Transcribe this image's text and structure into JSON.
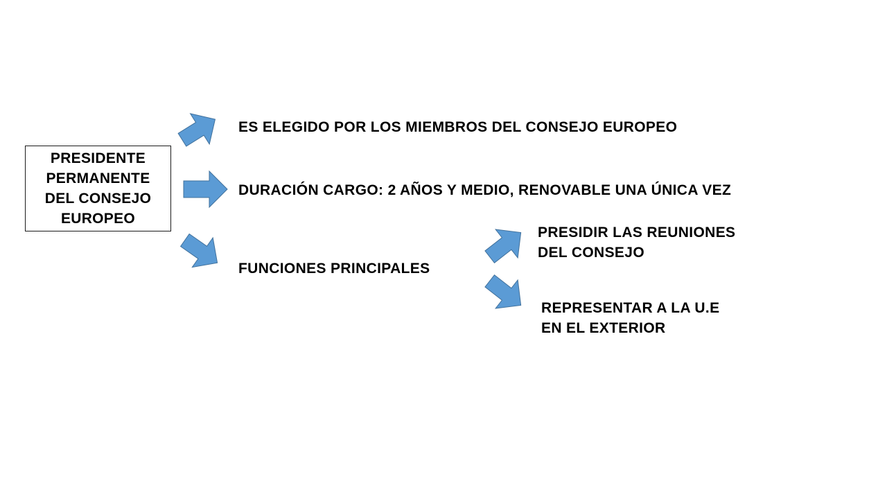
{
  "diagram": {
    "arrow_fill": "#5b9bd5",
    "arrow_stroke": "#41719c",
    "root": {
      "lines": [
        "PRESIDENTE",
        "PERMANENTE",
        "DEL CONSEJO",
        "EUROPEO"
      ]
    },
    "branches": [
      {
        "label": "ES ELEGIDO POR LOS MIEMBROS DEL CONSEJO EUROPEO"
      },
      {
        "label": "DURACIÓN CARGO: 2 AÑOS Y MEDIO, RENOVABLE UNA ÚNICA VEZ"
      },
      {
        "label": "FUNCIONES PRINCIPALES",
        "children": [
          {
            "lines": [
              "PRESIDIR LAS REUNIONES",
              "DEL CONSEJO"
            ]
          },
          {
            "lines": [
              "REPRESENTAR A LA U.E",
              "EN EL EXTERIOR"
            ]
          }
        ]
      }
    ]
  }
}
